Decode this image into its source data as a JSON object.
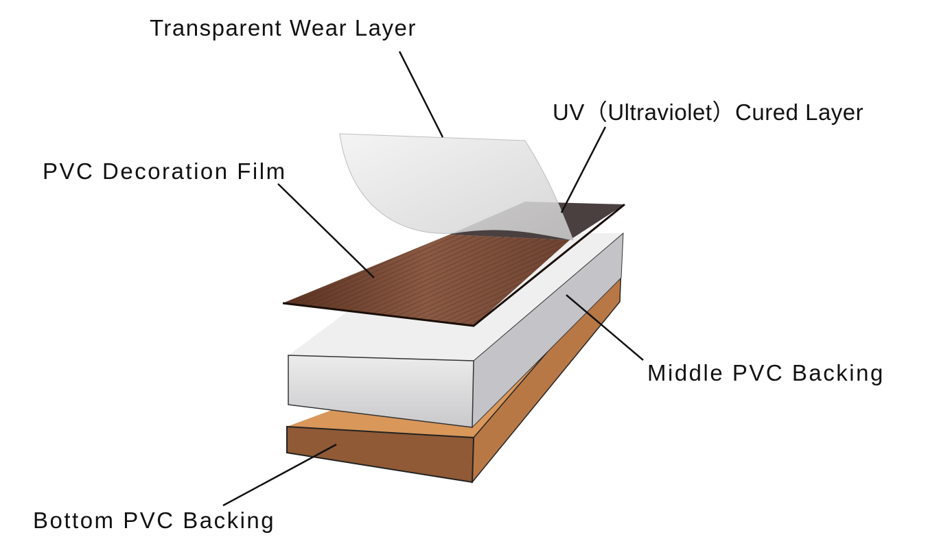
{
  "labels": {
    "wear_layer": "Transparent Wear Layer",
    "uv_layer": "UV（Ultraviolet）Cured Layer",
    "decoration_film": "PVC Decoration Film",
    "middle_backing": "Middle PVC Backing",
    "bottom_backing": "Bottom PVC Backing"
  },
  "colors": {
    "wood_dark": "#5a3220",
    "wood_light": "#8a5a44",
    "uv_dark": "#4a4040",
    "middle_top": "#eeeeee",
    "middle_front": "#d8d8da",
    "bottom_top": "#d9975a",
    "bottom_front": "#8f5a35",
    "leader": "#111111"
  }
}
